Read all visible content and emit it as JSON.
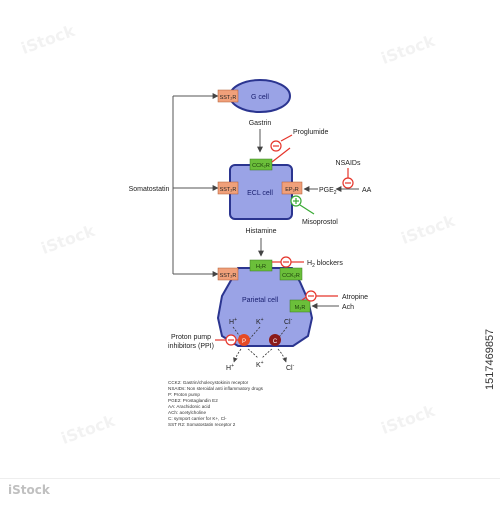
{
  "labels": {
    "g_cell": "G cell",
    "ecl_cell": "ECL cell",
    "parietal_cell": "Parietal cell",
    "gastrin": "Gastrin",
    "histamine": "Histamine",
    "somatostatin": "Somatostatin",
    "proglumide": "Proglumide",
    "nsaids": "NSAIDs",
    "pge2": "PGE",
    "pge2_sub": "2",
    "aa": "AA",
    "misoprostol": "Misoprostol",
    "h2_blockers_pre": "H",
    "h2_blockers_sub": "2",
    "h2_blockers_post": " blockers",
    "atropine": "Atropine",
    "ach": "Ach",
    "ppi_line1": "Proton pump",
    "ppi_line2": "inhibitors (PPI)",
    "ion_h_in": "H",
    "ion_k_in": "K",
    "ion_cl_in": "Cl",
    "ion_h_out": "H",
    "ion_k_out": "K",
    "ion_cl_out": "Cl",
    "pump_p": "P",
    "pump_c": "C"
  },
  "receptors": {
    "sst2r_g": "SST₂R",
    "sst2r_ecl": "SST₂R",
    "sst2r_parietal": "SST₂R",
    "cck2r_ecl": "CCK₂R",
    "cck2r_parietal": "CCK₂R",
    "ep3r": "EP₃R",
    "h2r": "H₂R",
    "m3r": "M₃R"
  },
  "legend": [
    "CCK2: Gastrin/cholecystokinin receptor",
    "NSAIDs: Non steroidal anti inflammatory drugs",
    "P: Proton pump",
    "PGE2: Prostaglandin E2",
    "AA: Arachidonic acid",
    "ACh: acetylcholine",
    "C: symport carrier for K+, Cl-",
    "SST R2: Somatostatin receptor 2"
  ],
  "watermark": {
    "brand": "iStock",
    "id": "1517469857"
  },
  "colors": {
    "cell_fill": "#9aa3e6",
    "cell_stroke": "#2b3590",
    "sst_fill": "#f0a07a",
    "green_receptor": "#6bbf3a",
    "inhibit_red": "#e5352b",
    "stimulate_green": "#3aaa35",
    "pump_p": "#e64a24",
    "pump_c": "#8b1a1a"
  }
}
